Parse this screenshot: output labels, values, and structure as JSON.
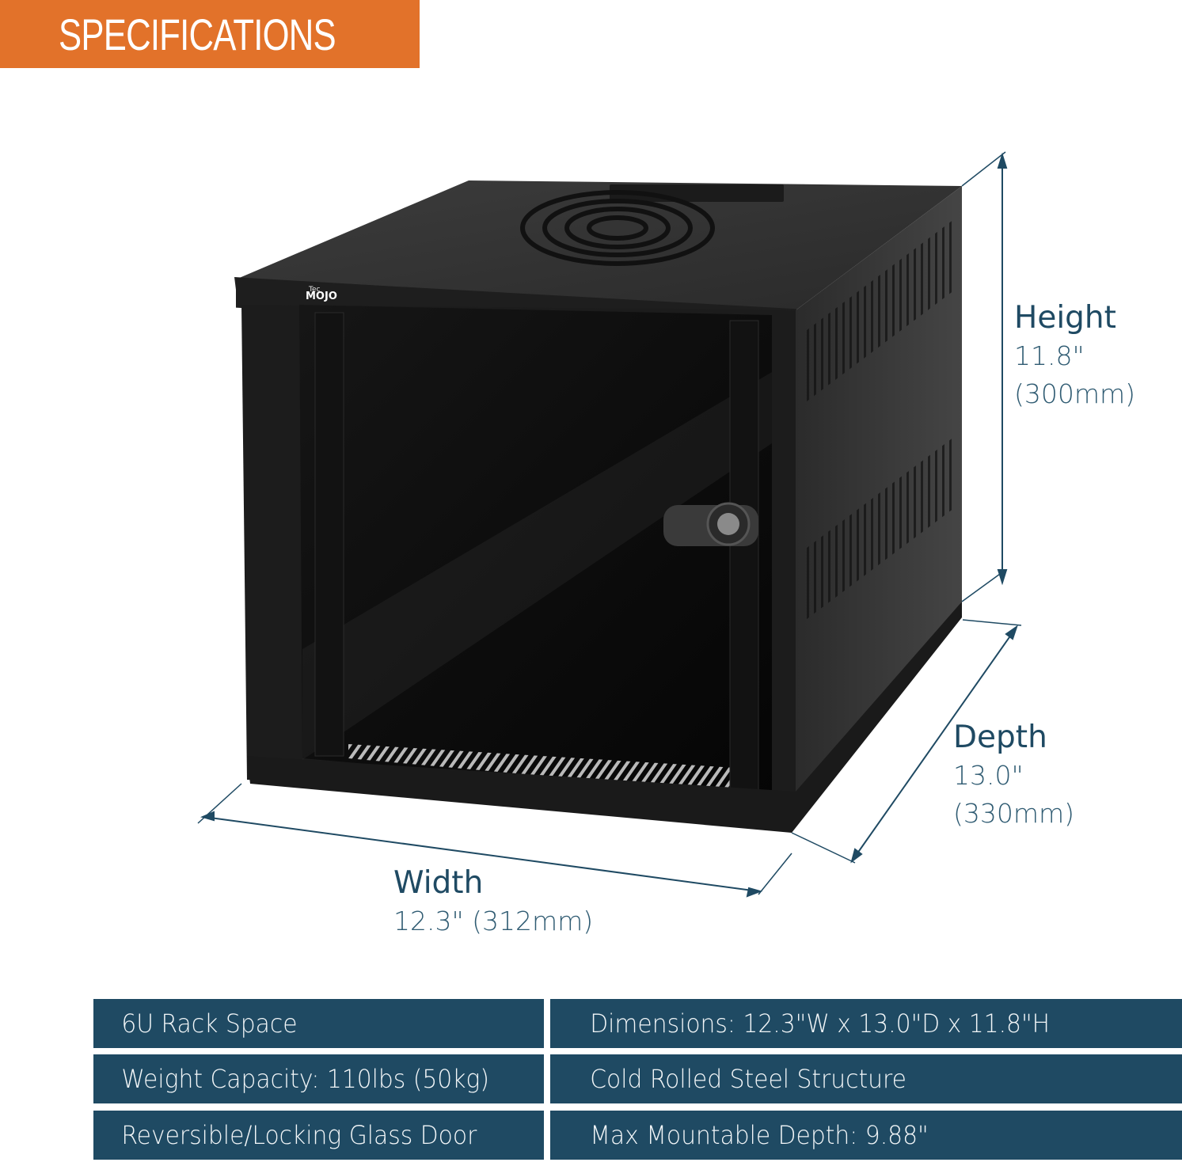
{
  "header": {
    "title": "SPECIFICATIONS",
    "accent_color": "#e2722a"
  },
  "product": {
    "name": "6U wall-mount network rack cabinet",
    "brand_logo_small": "Tec",
    "brand_logo_large": "MOJO",
    "body_color": "#1a1a1a"
  },
  "dimensions": {
    "height": {
      "label": "Height",
      "imperial": "11.8\"",
      "metric": "(300mm)"
    },
    "depth": {
      "label": "Depth",
      "imperial": "13.0\"",
      "metric": "(330mm)"
    },
    "width": {
      "label": "Width",
      "value": "12.3\" (312mm)"
    },
    "line_color": "#1f4a63"
  },
  "specs": {
    "cell_color": "#1f4a63",
    "rows": [
      {
        "left": "6U Rack Space",
        "right": "Dimensions: 12.3\"W x 13.0\"D x 11.8\"H"
      },
      {
        "left": "Weight Capacity: 110lbs (50kg)",
        "right": "Cold Rolled Steel Structure"
      },
      {
        "left": "Reversible/Locking Glass Door",
        "right": "Max Mountable Depth: 9.88\""
      }
    ]
  }
}
